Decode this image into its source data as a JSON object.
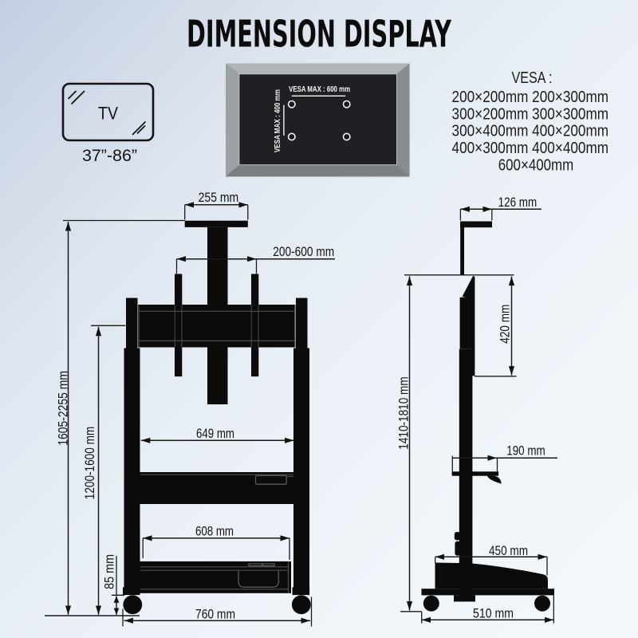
{
  "title": "DIMENSION DISPLAY",
  "tv_icon": {
    "label": "TV",
    "size_range": "37”-86”"
  },
  "vesa_plate": {
    "max_width_label": "VESA MAX : 600 mm",
    "max_height_label": "VESA MAX : 400 mm"
  },
  "vesa_list": {
    "heading": "VESA :",
    "rows": [
      "200×200mm 200×300mm",
      "300×200mm 300×300mm",
      "300×400mm 400×200mm",
      "400×300mm 400×400mm",
      "600×400mm"
    ]
  },
  "front_view": {
    "top_plate_width": "255 mm",
    "bracket_width_range": "200-600 mm",
    "overall_height_range": "1605-2255 mm",
    "column_height_range": "1200-1600 mm",
    "shelf_width": "649 mm",
    "basket_width": "608 mm",
    "wheel_height": "85 mm",
    "base_width": "760 mm"
  },
  "side_view": {
    "top_plate_depth": "126 mm",
    "bracket_height": "420 mm",
    "height_range": "1410-1810 mm",
    "shelf_depth": "190 mm",
    "base_length": "450 mm",
    "overall_depth": "510 mm"
  },
  "colors": {
    "background_start": "#c3cde1",
    "background_end": "#f1f7fa",
    "drawing_black": "#0b0b0b",
    "vesa_plate_dark": "#1f2023",
    "frame_gray": "#999da1",
    "label_white": "#f4f4f4"
  }
}
